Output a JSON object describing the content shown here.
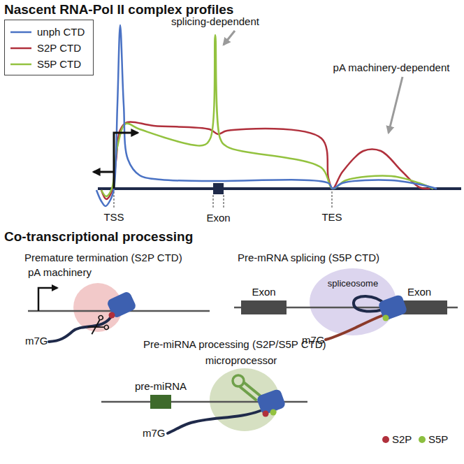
{
  "diagram": {
    "title": "Nascent RNA-Pol II complex profiles",
    "nodes": [
      {
        "text": [
          "Exon"
        ]
      },
      {
        "text": [
          "pA machinery"
        ]
      },
      {
        "text": [
          "Exon"
        ]
      },
      {
        "text": [
          "Exon"
        ]
      },
      {
        "text": [
          "spliceosome"
        ]
      },
      {
        "text": [
          "pre-miRNA"
        ]
      },
      {
        "text": [
          "microprocessor"
        ]
      }
    ],
    "labels": [
      "splicing-dependent",
      "pA machinery-dependent",
      "TSS",
      "TES",
      "Co-transcriptional processing",
      "Premature termination (S2P CTD)",
      "m7G",
      "Pre-mRNA splicing (S5P CTD)",
      "m7G",
      "Pre-miRNA processing (S2P/S5P CTD)",
      "m7G"
    ],
    "legend": [
      {
        "text": "unph CTD"
      },
      {
        "text": "S2P CTD"
      },
      {
        "text": "S5P CTD"
      },
      {
        "text": "S2P",
        "color": "#b0303c"
      },
      {
        "text": "S5P",
        "color": "#8cbf3f"
      }
    ]
  }
}
